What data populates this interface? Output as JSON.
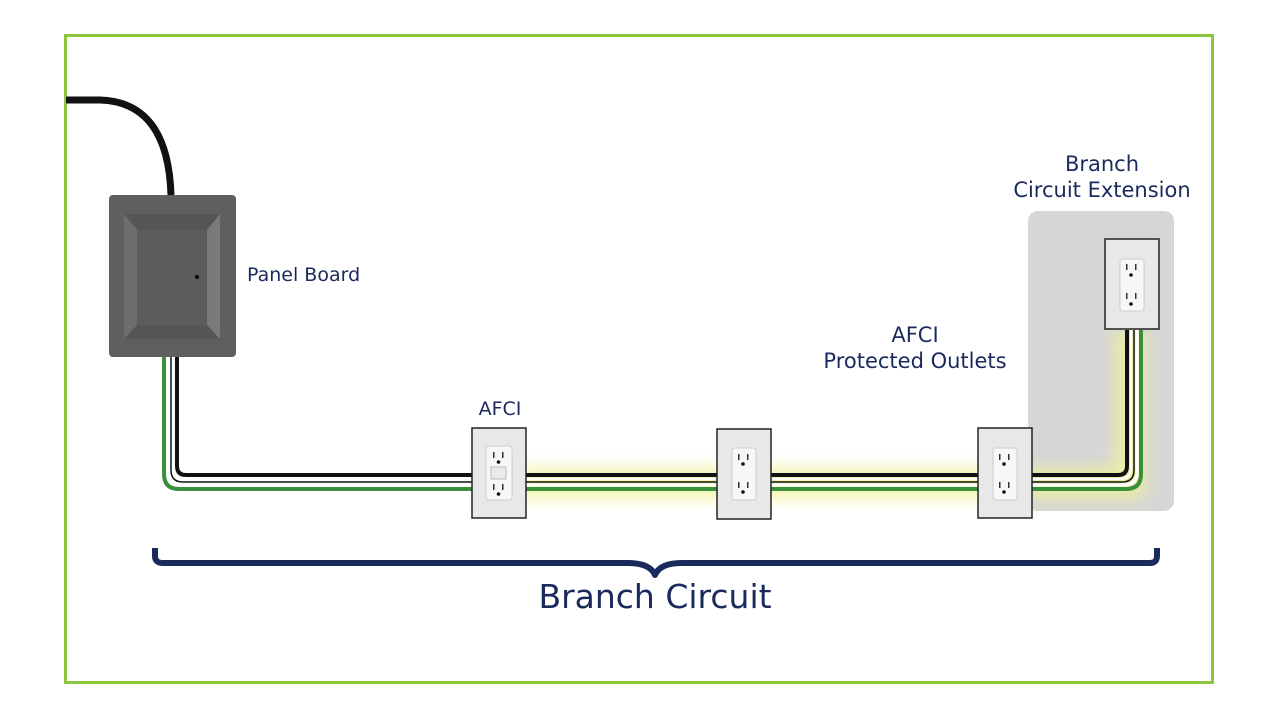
{
  "labels": {
    "panel_board": "Panel Board",
    "afci": "AFCI",
    "afci_protected_outlets": "AFCI\nProtected Outlets",
    "branch_circuit_extension": "Branch\nCircuit Extension",
    "branch_circuit": "Branch Circuit"
  },
  "colors": {
    "frame": "#8cc63f",
    "text": "#1b2a5c",
    "brace": "#1b2a5c",
    "panel": "#5f5f5f",
    "wire_ground": "#3a8f3a",
    "wire_hot": "#111111",
    "glow": "#e8f08a",
    "extension_bg": "#d6d6d6"
  }
}
